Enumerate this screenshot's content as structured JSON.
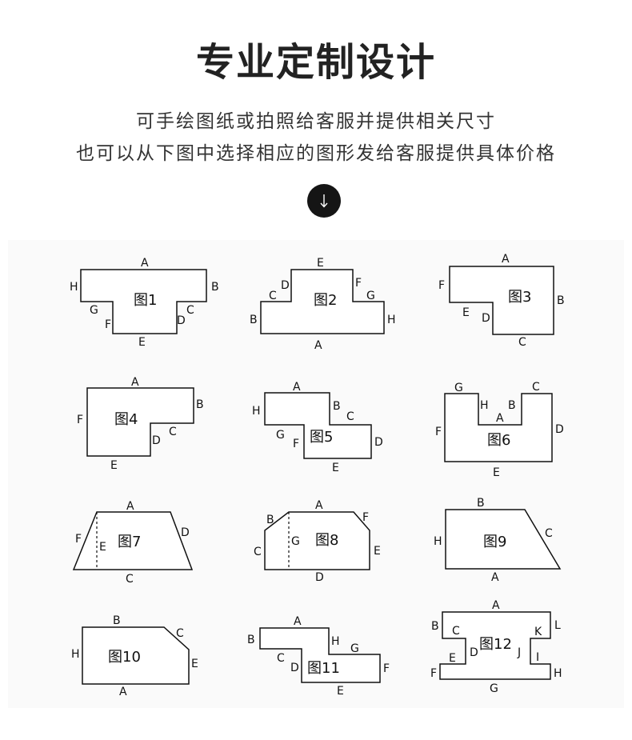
{
  "header": {
    "title": "专业定制设计",
    "subtitle_line1": "可手绘图纸或拍照给客服并提供相关尺寸",
    "subtitle_line2": "也可以从下图中选择相应的图形发给客服提供具体价格"
  },
  "icons": {
    "down_button": "arrow-down-icon"
  },
  "shapes": [
    {
      "id": "shape-1",
      "name": "图1",
      "edges": [
        "A",
        "B",
        "C",
        "D",
        "E",
        "F",
        "G",
        "H"
      ]
    },
    {
      "id": "shape-2",
      "name": "图2",
      "edges": [
        "A",
        "B",
        "C",
        "D",
        "E",
        "F",
        "G",
        "H"
      ]
    },
    {
      "id": "shape-3",
      "name": "图3",
      "edges": [
        "A",
        "B",
        "C",
        "D",
        "E",
        "F"
      ]
    },
    {
      "id": "shape-4",
      "name": "图4",
      "edges": [
        "A",
        "B",
        "C",
        "D",
        "E",
        "F"
      ]
    },
    {
      "id": "shape-5",
      "name": "图5",
      "edges": [
        "A",
        "B",
        "C",
        "D",
        "E",
        "F",
        "G",
        "H"
      ]
    },
    {
      "id": "shape-6",
      "name": "图6",
      "edges": [
        "A",
        "B",
        "C",
        "D",
        "E",
        "F",
        "G",
        "H"
      ]
    },
    {
      "id": "shape-7",
      "name": "图7",
      "edges": [
        "A",
        "C",
        "D",
        "E",
        "F"
      ]
    },
    {
      "id": "shape-8",
      "name": "图8",
      "edges": [
        "A",
        "B",
        "C",
        "D",
        "E",
        "F",
        "G"
      ]
    },
    {
      "id": "shape-9",
      "name": "图9",
      "edges": [
        "A",
        "B",
        "C",
        "H"
      ]
    },
    {
      "id": "shape-10",
      "name": "图10",
      "edges": [
        "A",
        "B",
        "C",
        "E",
        "H"
      ]
    },
    {
      "id": "shape-11",
      "name": "图11",
      "edges": [
        "A",
        "B",
        "C",
        "D",
        "E",
        "F",
        "G",
        "H"
      ]
    },
    {
      "id": "shape-12",
      "name": "图12",
      "edges": [
        "A",
        "B",
        "C",
        "D",
        "E",
        "F",
        "G",
        "H",
        "I",
        "J",
        "K",
        "L"
      ]
    }
  ]
}
